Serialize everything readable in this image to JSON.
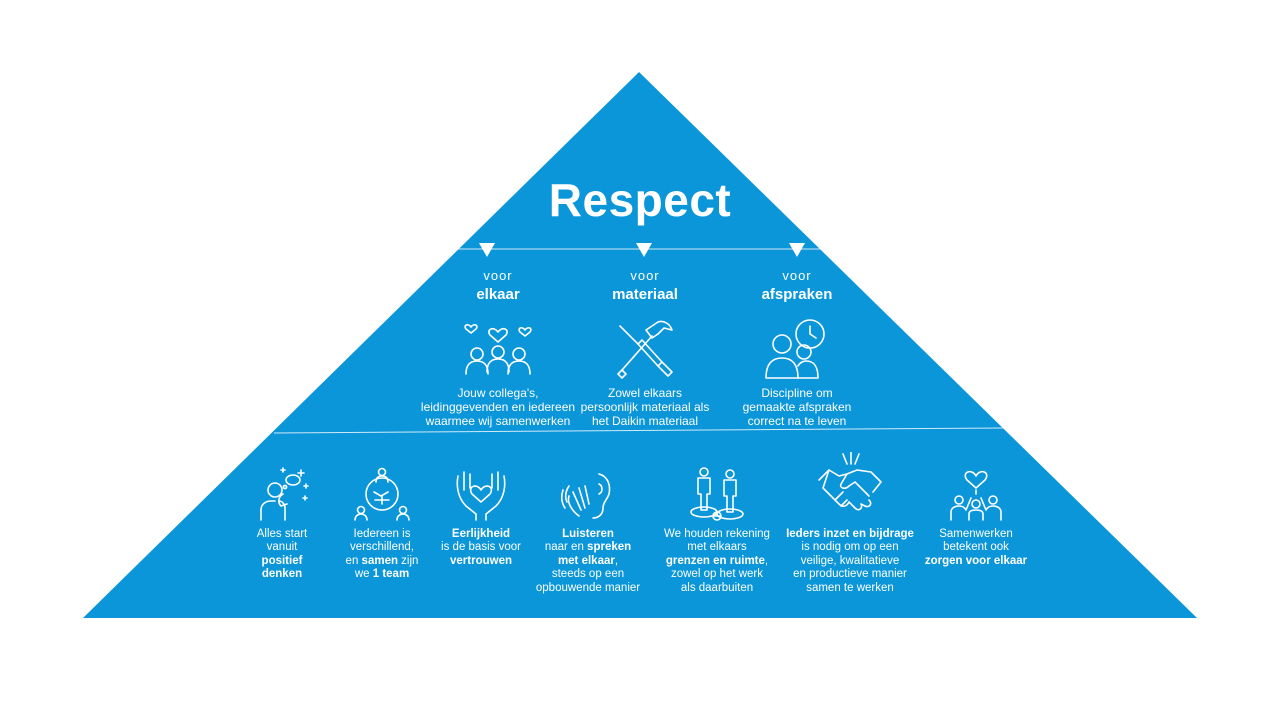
{
  "colors": {
    "background": "#ffffff",
    "pyramid": "#0a96d9",
    "text": "#ffffff"
  },
  "title": "Respect",
  "columns": [
    {
      "voor": "voor",
      "name": "elkaar",
      "icon": "colleagues-hearts-icon",
      "desc": [
        "Jouw collega's,",
        "leidinggevenden en iedereen",
        "waarmee wij samenwerken"
      ]
    },
    {
      "voor": "voor",
      "name": "materiaal",
      "icon": "hammer-screwdriver-icon",
      "desc": [
        "Zowel elkaars",
        "persoonlijk materiaal als",
        "het Daikin materiaal"
      ]
    },
    {
      "voor": "voor",
      "name": "afspraken",
      "icon": "people-clock-icon",
      "desc": [
        "Discipline om",
        "gemaakte afspraken",
        "correct na te leven"
      ]
    }
  ],
  "items": [
    {
      "icon": "positive-thinking-icon",
      "lines": [
        [
          {
            "t": "Alles start",
            "b": false
          }
        ],
        [
          {
            "t": "vanuit",
            "b": false
          }
        ],
        [
          {
            "t": "positief",
            "b": true
          }
        ],
        [
          {
            "t": "denken",
            "b": true
          }
        ]
      ]
    },
    {
      "icon": "team-circle-icon",
      "lines": [
        [
          {
            "t": "Iedereen is",
            "b": false
          }
        ],
        [
          {
            "t": "verschillend,",
            "b": false
          }
        ],
        [
          {
            "t": "en ",
            "b": false
          },
          {
            "t": "samen",
            "b": true
          },
          {
            "t": " zijn",
            "b": false
          }
        ],
        [
          {
            "t": "we ",
            "b": false
          },
          {
            "t": "1 team",
            "b": true
          }
        ]
      ]
    },
    {
      "icon": "hands-heart-icon",
      "lines": [
        [
          {
            "t": "Eerlijkheid",
            "b": true
          }
        ],
        [
          {
            "t": "is de basis voor",
            "b": false
          }
        ],
        [
          {
            "t": "vertrouwen",
            "b": true
          }
        ]
      ]
    },
    {
      "icon": "listening-icon",
      "lines": [
        [
          {
            "t": "Luisteren",
            "b": true
          }
        ],
        [
          {
            "t": "naar en ",
            "b": false
          },
          {
            "t": "spreken",
            "b": true
          }
        ],
        [
          {
            "t": "met elkaar",
            "b": true
          },
          {
            "t": ",",
            "b": false
          }
        ],
        [
          {
            "t": "steeds op een",
            "b": false
          }
        ],
        [
          {
            "t": "opbouwende manier",
            "b": false
          }
        ]
      ]
    },
    {
      "icon": "boundaries-icon",
      "lines": [
        [
          {
            "t": "We houden rekening",
            "b": false
          }
        ],
        [
          {
            "t": "met elkaars",
            "b": false
          }
        ],
        [
          {
            "t": "grenzen en ruimte",
            "b": true
          },
          {
            "t": ",",
            "b": false
          }
        ],
        [
          {
            "t": "zowel op het werk",
            "b": false
          }
        ],
        [
          {
            "t": "als daarbuiten",
            "b": false
          }
        ]
      ]
    },
    {
      "icon": "handshake-icon",
      "lines": [
        [
          {
            "t": "Ieders inzet en bijdrage",
            "b": true
          }
        ],
        [
          {
            "t": "is nodig om op een",
            "b": false
          }
        ],
        [
          {
            "t": "veilige, kwalitatieve",
            "b": false
          }
        ],
        [
          {
            "t": "en productieve manier",
            "b": false
          }
        ],
        [
          {
            "t": "samen te werken",
            "b": false
          }
        ]
      ]
    },
    {
      "icon": "care-together-icon",
      "lines": [
        [
          {
            "t": "Samenwerken",
            "b": false
          }
        ],
        [
          {
            "t": "betekent ook",
            "b": false
          }
        ],
        [
          {
            "t": "zorgen voor elkaar",
            "b": true
          }
        ]
      ]
    }
  ]
}
